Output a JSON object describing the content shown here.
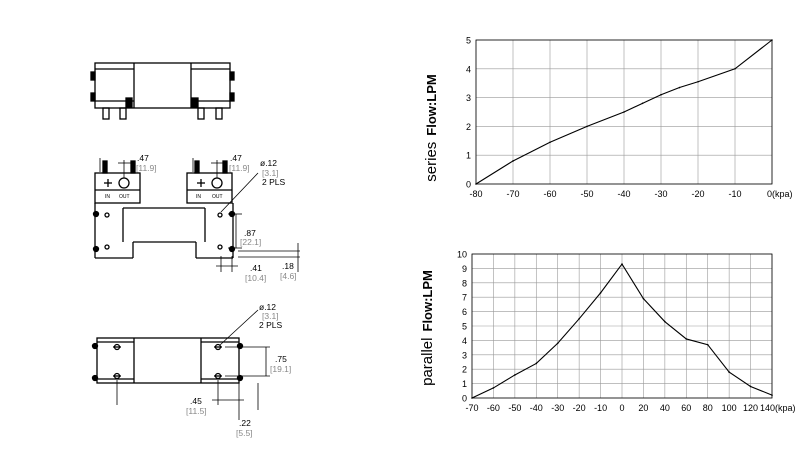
{
  "drawing": {
    "dims_side": [
      {
        "inch": ".47",
        "mm": "[11.9]"
      },
      {
        "inch": ".47",
        "mm": "[11.9]"
      }
    ],
    "hole_callout_top": {
      "inch": "ø.12",
      "mm": "[3.1]",
      "note": "2 PLS"
    },
    "dim_87": {
      "inch": ".87",
      "mm": "[22.1]"
    },
    "dim_41": {
      "inch": ".41",
      "mm": "[10.4]"
    },
    "dim_18": {
      "inch": ".18",
      "mm": "[4.6]"
    },
    "port_in": "IN",
    "port_out": "OUT",
    "hole_callout_bottom": {
      "inch": "ø.12",
      "mm": "[3.1]",
      "note": "2 PLS"
    },
    "dim_75": {
      "inch": ".75",
      "mm": "[19.1]"
    },
    "dim_45": {
      "inch": ".45",
      "mm": "[11.5]"
    },
    "dim_22": {
      "inch": ".22",
      "mm": "[5.5]"
    }
  },
  "chart_data": [
    {
      "type": "line",
      "ylabel_light": "series",
      "ylabel_bold": "Flow:LPM",
      "xlabel_unit": "(kpa)",
      "x_ticks": [
        "-80",
        "-70",
        "-60",
        "-50",
        "-40",
        "-30",
        "-20",
        "-10",
        "0"
      ],
      "y_ticks": [
        "0",
        "1",
        "2",
        "3",
        "4",
        "5"
      ],
      "xlim": [
        -80,
        0
      ],
      "ylim": [
        0,
        5
      ],
      "grid": true,
      "x": [
        -80,
        -70,
        -60,
        -50,
        -40,
        -35,
        -30,
        -25,
        -20,
        -10,
        0
      ],
      "y": [
        0,
        0.8,
        1.45,
        2.0,
        2.5,
        2.8,
        3.1,
        3.35,
        3.55,
        4.0,
        5.0
      ]
    },
    {
      "type": "line",
      "ylabel_light": "parallel",
      "ylabel_bold": "Flow:LPM",
      "xlabel_unit": "(kpa)",
      "x_ticks": [
        "-70",
        "-60",
        "-50",
        "-40",
        "-30",
        "-20",
        "-10",
        "0",
        "20",
        "40",
        "60",
        "80",
        "100",
        "120",
        "140"
      ],
      "y_ticks": [
        "0",
        "1",
        "2",
        "3",
        "4",
        "5",
        "6",
        "7",
        "8",
        "9",
        "10"
      ],
      "ylim": [
        0,
        10
      ],
      "grid": true,
      "x": [
        -70,
        -60,
        -50,
        -40,
        -30,
        -20,
        -10,
        0,
        20,
        40,
        60,
        80,
        100,
        120,
        140
      ],
      "y": [
        0,
        0.7,
        1.6,
        2.4,
        3.8,
        5.5,
        7.3,
        9.3,
        6.9,
        5.3,
        4.1,
        3.7,
        1.8,
        0.8,
        0.2
      ]
    }
  ]
}
